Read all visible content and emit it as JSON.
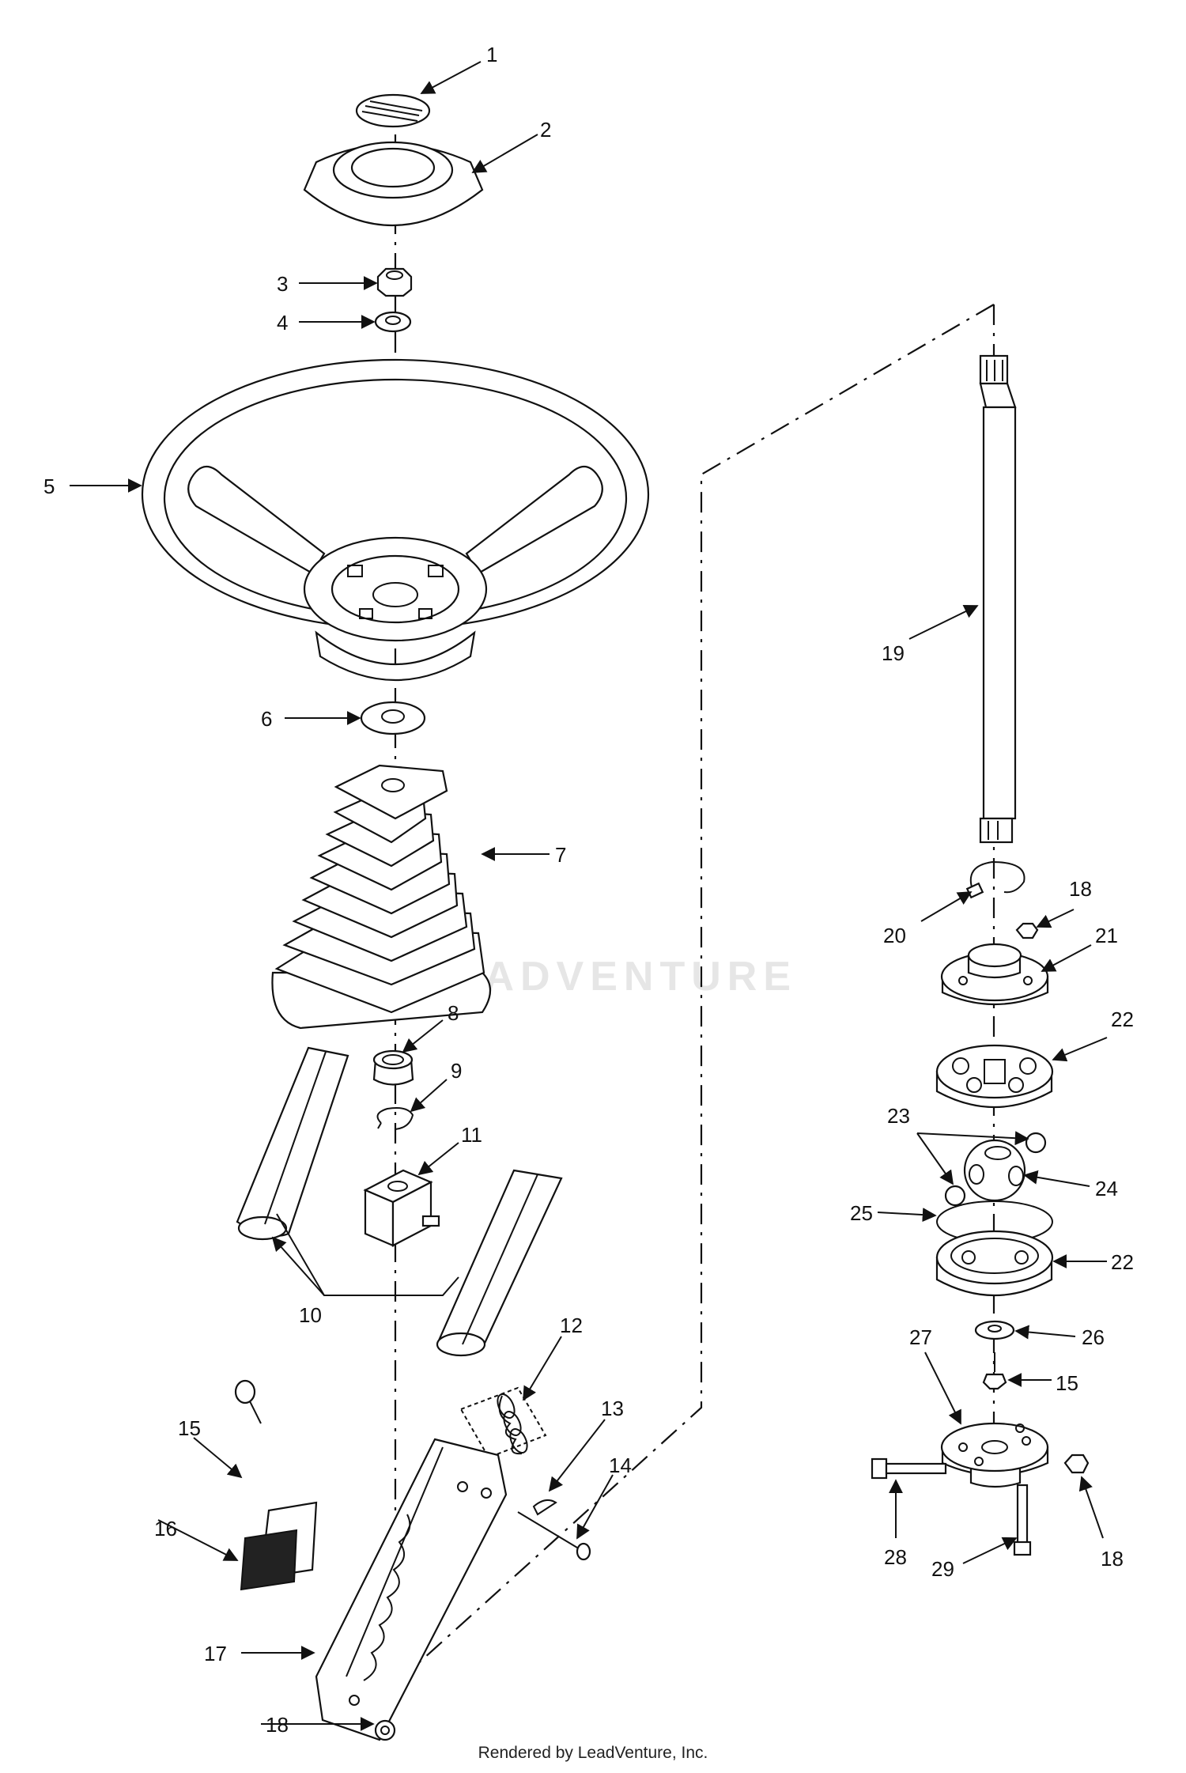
{
  "watermark": "LEADVENTURE",
  "footer": "Rendered by LeadVenture, Inc.",
  "callouts": {
    "c1": "1",
    "c2": "2",
    "c3": "3",
    "c4": "4",
    "c5": "5",
    "c6": "6",
    "c7": "7",
    "c8": "8",
    "c9": "9",
    "c10": "10",
    "c11": "11",
    "c12": "12",
    "c13": "13",
    "c14": "14",
    "c15a": "15",
    "c15b": "15",
    "c16": "16",
    "c17": "17",
    "c18a": "18",
    "c18b": "18",
    "c18c": "18",
    "c19": "19",
    "c20": "20",
    "c21": "21",
    "c22a": "22",
    "c22b": "22",
    "c23": "23",
    "c24": "24",
    "c25": "25",
    "c26": "26",
    "c27": "27",
    "c28": "28",
    "c29": "29"
  },
  "colors": {
    "ink": "#111111",
    "paper": "#ffffff",
    "watermark": "#e6e6e6"
  }
}
